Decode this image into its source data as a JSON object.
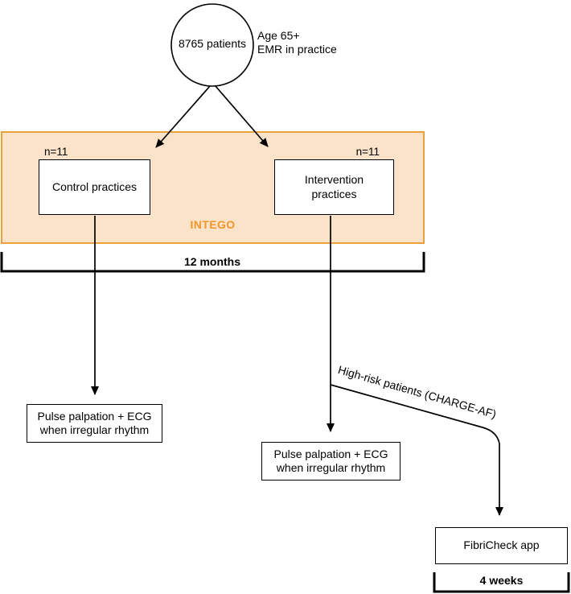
{
  "colors": {
    "panel_fill": "#FAE3C8",
    "panel_border": "#E9A23B",
    "intego_text": "#F0962B",
    "line": "#000000"
  },
  "population": {
    "circle_label": "8765 patients",
    "criteria_line1": "Age 65+",
    "criteria_line2": "EMR in practice"
  },
  "panel": {
    "label": "INTEGO",
    "control_n": "n=11",
    "control_label": "Control practices",
    "intervention_n": "n=11",
    "intervention_label": "Intervention practices"
  },
  "durations": {
    "panel_period": "12 months",
    "fibricheck_period": "4 weeks"
  },
  "outcomes": {
    "control_followup": "Pulse palpation + ECG when irregular rhythm",
    "intervention_followup": "Pulse palpation + ECG when irregular rhythm",
    "high_risk_label": "High-risk patients (CHARGE-AF)",
    "fibricheck_label": "FibriCheck app"
  }
}
